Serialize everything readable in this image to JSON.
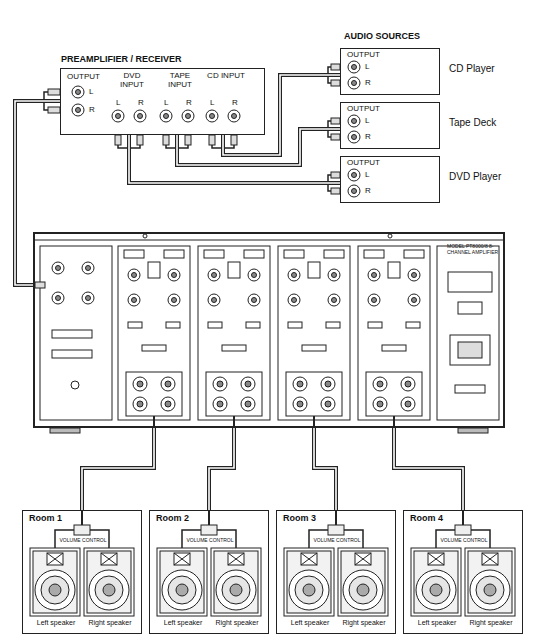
{
  "diagram": {
    "nodes": [
      {
        "text": [
          "PREAMPLIFIER / RECEIVER"
        ]
      },
      {
        "text": [
          "OUTPUT",
          "CD Player"
        ]
      },
      {
        "text": [
          "OUTPUT",
          "Tape Deck"
        ]
      },
      {
        "text": [
          "OUTPUT",
          "DVD Player"
        ]
      },
      {
        "text": [
          "MODEL PT8000/8 8-CHANNEL AMPLIFIER"
        ]
      },
      {
        "text": [
          "Room 1"
        ]
      },
      {
        "text": [
          "Room 2"
        ]
      },
      {
        "text": [
          "Room 3"
        ]
      },
      {
        "text": [
          "Room 4"
        ]
      }
    ],
    "edges": [
      {
        "from": 1,
        "to": 0,
        "arrow": "none"
      },
      {
        "from": 2,
        "to": 0,
        "arrow": "none"
      },
      {
        "from": 3,
        "to": 0,
        "arrow": "none"
      },
      {
        "from": 0,
        "to": 4,
        "arrow": "none"
      },
      {
        "from": 4,
        "to": 5,
        "arrow": "none"
      },
      {
        "from": 4,
        "to": 6,
        "arrow": "none"
      },
      {
        "from": 4,
        "to": 7,
        "arrow": "none"
      },
      {
        "from": 4,
        "to": 8,
        "arrow": "none"
      }
    ],
    "labels": [
      "AUDIO SOURCES",
      "OUTPUT",
      "L",
      "R",
      "DVD INPUT",
      "L",
      "R",
      "TAPE INPUT",
      "L",
      "R",
      "CD INPUT",
      "L",
      "R",
      "L",
      "R",
      "L",
      "R",
      "L",
      "R",
      "VOLUME CONTROL",
      "Left speaker",
      "Right speaker",
      "VOLUME CONTROL",
      "Left speaker",
      "Right speaker",
      "VOLUME CONTROL",
      "Left speaker",
      "Right speaker",
      "VOLUME CONTROL",
      "Left speaker",
      "Right speaker"
    ]
  }
}
